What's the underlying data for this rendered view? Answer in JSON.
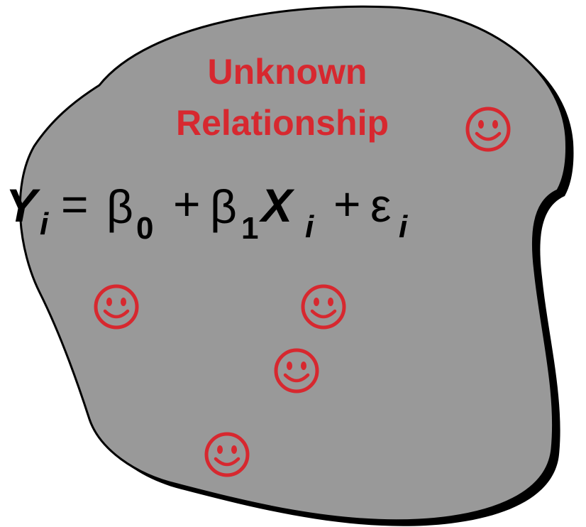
{
  "title": {
    "line1": "Unknown",
    "line2": "Relationship"
  },
  "equation": {
    "y": "Y",
    "y_sub": "i",
    "equals": "=",
    "beta": "β",
    "beta0_sub": "0",
    "plus": "+",
    "beta1_sub": "1",
    "x": "X",
    "x_sub": "i",
    "epsilon": "ε",
    "epsilon_sub": "i"
  },
  "smiley": "☺",
  "colors": {
    "blob_fill": "#999999",
    "blob_stroke": "#000000",
    "accent_red": "#d7282f",
    "text": "#000000"
  },
  "icons": [
    "smiley-face-icon"
  ]
}
